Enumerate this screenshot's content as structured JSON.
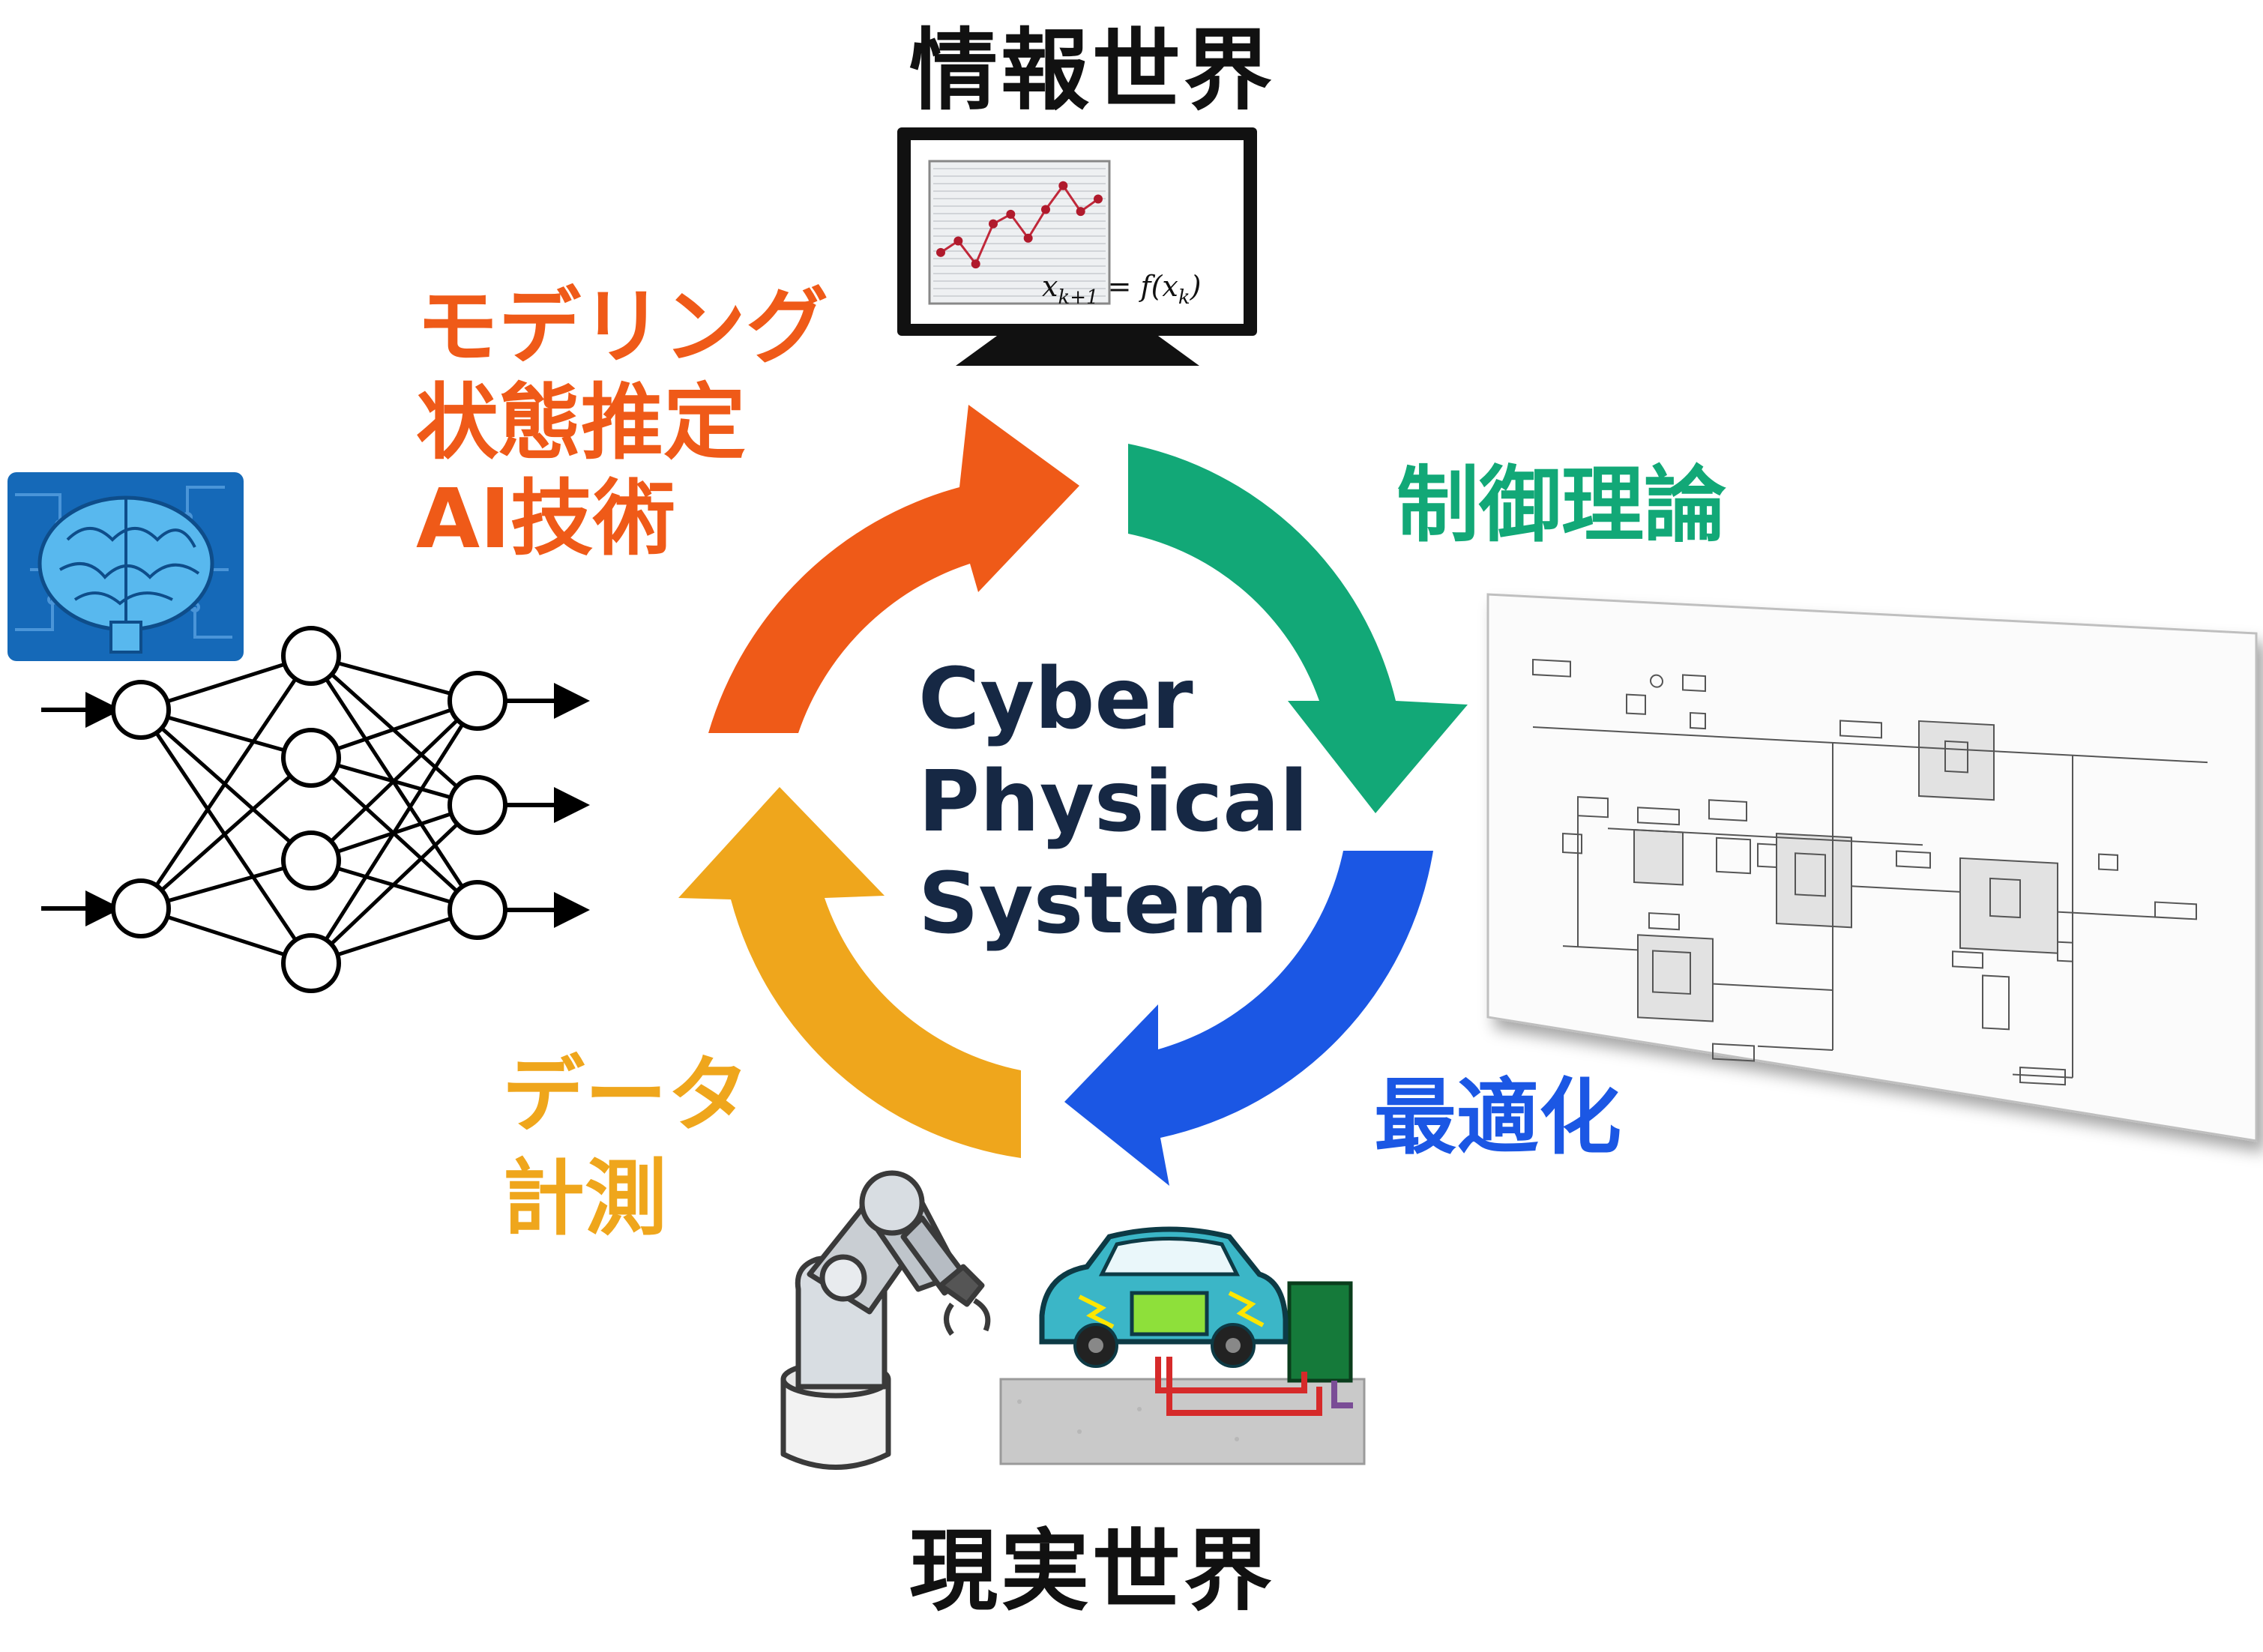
{
  "cycle": {
    "center_lines": [
      "Cyber",
      "Physical",
      "System"
    ]
  },
  "worlds": {
    "information": "情報世界",
    "real": "現実世界"
  },
  "processes": {
    "modeling": [
      "モデリング",
      "状態推定",
      "AI技術"
    ],
    "control": "制御理論",
    "optimization": "最適化",
    "data": [
      "データ",
      "計測"
    ]
  },
  "monitor": {
    "formula": "x_{k+1} = f(x_k)",
    "formula_main_left": "x",
    "formula_sub_left": "k+1",
    "formula_mid": " = f(x",
    "formula_sub_right": "k",
    "formula_end": ")",
    "plot_points": [
      3,
      4.2,
      1.8,
      6,
      7,
      4.5,
      7.5,
      10,
      7.3,
      8.6
    ]
  },
  "neural_network": {
    "layers": [
      2,
      4,
      3
    ]
  },
  "colors": {
    "orange": "#ef5a18",
    "green": "#12a877",
    "blue": "#1b57e4",
    "yellow": "#efa61c",
    "navy": "#162844"
  },
  "icons": [
    "brain-chip-icon",
    "monitor-graph-icon",
    "robot-arm-icon",
    "electric-car-icon",
    "block-diagram-board"
  ]
}
